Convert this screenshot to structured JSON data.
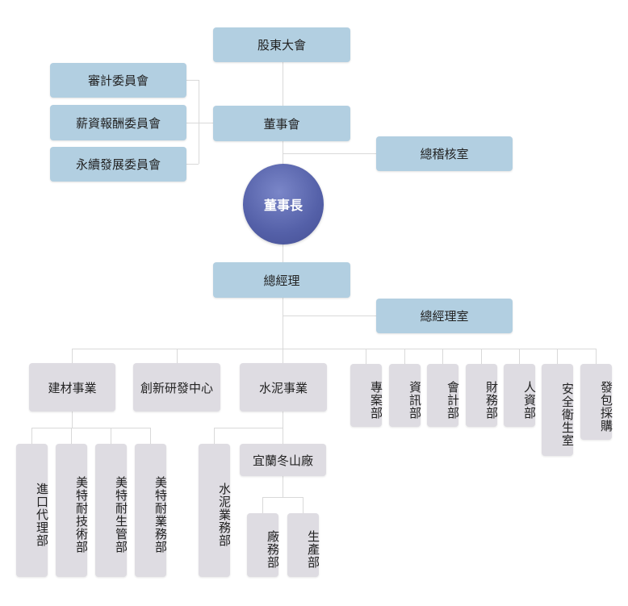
{
  "top": {
    "shareholders": "股東大會",
    "board": "董事會",
    "chairman": "董事長",
    "audit_office": "總稽核室",
    "general_manager": "總經理",
    "gm_office": "總經理室"
  },
  "committees": [
    "審計委員會",
    "薪資報酬委員會",
    "永續發展委員會"
  ],
  "divisions": {
    "building_materials": "建材事業",
    "rnd_center": "創新研發中心",
    "cement": "水泥事業"
  },
  "departments": [
    "專案部",
    "資訊部",
    "會計部",
    "財務部",
    "人資部",
    "安全衛生室",
    "發包採購"
  ],
  "building_units": [
    "進口代理部",
    "美特耐技術部",
    "美特耐生管部",
    "美特耐業務部"
  ],
  "cement_units": {
    "sales": "水泥業務部",
    "plant": "宜蘭冬山廠",
    "plant_units": [
      "廠務部",
      "生產部"
    ]
  },
  "colors": {
    "upper_box": "#b2cfe1",
    "lower_box": "#dedce2",
    "chairman_circle": "#5460a8",
    "connector": "#d9d9d9"
  }
}
